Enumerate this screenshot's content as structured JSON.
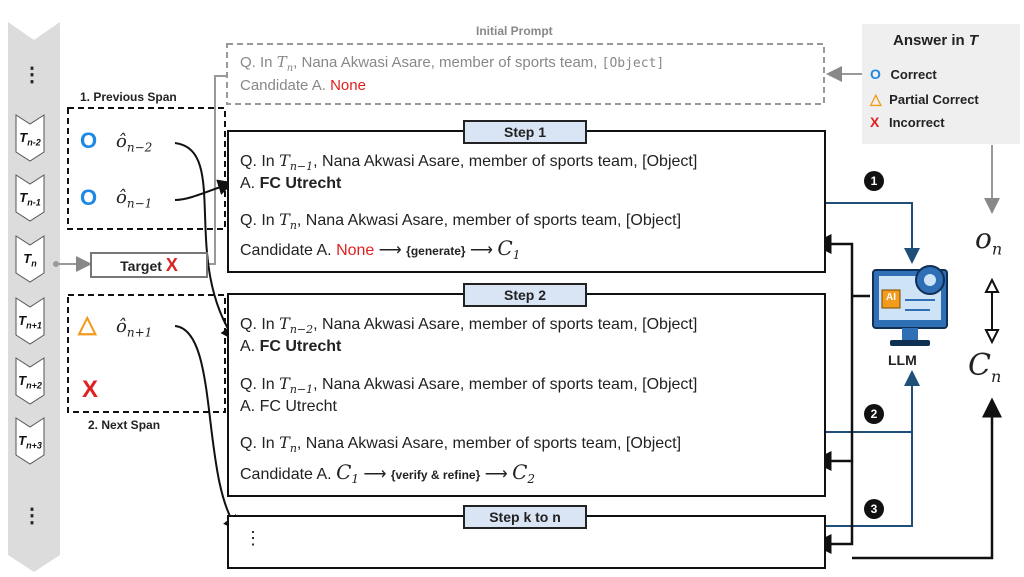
{
  "timeline": {
    "top_dots": "⋮",
    "bottom_dots": "⋮",
    "items": [
      "T_{n-2}",
      "T_{n-1}",
      "T_n",
      "T_{n+1}",
      "T_{n+2}",
      "T_{n+3}"
    ]
  },
  "previous_span": {
    "title": "1. Previous Span",
    "entries": [
      {
        "mark": "O",
        "symbol": "ô",
        "subscript": "n−2"
      },
      {
        "mark": "O",
        "symbol": "ô",
        "subscript": "n−1"
      }
    ]
  },
  "target": {
    "label": "Target",
    "mark": "X"
  },
  "next_span": {
    "title": "2. Next Span",
    "entries": [
      {
        "mark": "△",
        "symbol": "ô",
        "subscript": "n+1"
      },
      {
        "mark": "X"
      }
    ]
  },
  "initial_prompt": {
    "title": "Initial Prompt",
    "q_prefix": "Q. In",
    "q_time": "T",
    "q_time_sub": "n",
    "q_rest": ", Nana Akwasi Asare, member of sports team,",
    "q_object": "[Object]",
    "candidate_prefix": "Candidate A.",
    "candidate_value": "None"
  },
  "step1": {
    "title": "Step 1",
    "q1_prefix": "Q. In",
    "q1_time": "T",
    "q1_time_sub": "n−1",
    "q1_rest": ", Nana Akwasi Asare, member of sports team, [Object]",
    "a1_prefix": "A.",
    "a1_value": "FC Utrecht",
    "q2_prefix": "Q. In",
    "q2_time": "T",
    "q2_time_sub": "n",
    "q2_rest": ", Nana Akwasi Asare, member of sports team, [Object]",
    "cand_prefix": "Candidate A.",
    "cand_value": "None",
    "arrow": "⟶",
    "action": "{generate}",
    "result": "C",
    "result_sub": "1"
  },
  "step2": {
    "title": "Step 2",
    "q1_prefix": "Q. In",
    "q1_time": "T",
    "q1_time_sub": "n−2",
    "q1_rest": ", Nana Akwasi Asare, member of sports team, [Object]",
    "a1_prefix": "A.",
    "a1_value": "FC Utrecht",
    "q2_prefix": "Q. In",
    "q2_time": "T",
    "q2_time_sub": "n−1",
    "q2_rest": ", Nana Akwasi Asare, member of sports team, [Object]",
    "a2_text": "A. FC Utrecht",
    "q3_prefix": "Q. In",
    "q3_time": "T",
    "q3_time_sub": "n",
    "q3_rest": ", Nana Akwasi Asare, member of sports team, [Object]",
    "cand_prefix": "Candidate A.",
    "cand_in": "C",
    "cand_in_sub": "1",
    "arrow": "⟶",
    "action": "{verify & refine}",
    "result": "C",
    "result_sub": "2"
  },
  "step_k": {
    "title": "Step k to n",
    "dots": "⋮"
  },
  "legend": {
    "title": "Answer in",
    "title_var": "T",
    "items": [
      {
        "mark": "O",
        "label": "Correct",
        "color": "#1e88e5"
      },
      {
        "mark": "△",
        "label": "Partial Correct",
        "color": "#f29b1d"
      },
      {
        "mark": "X",
        "label": "Incorrect",
        "color": "#e02020"
      }
    ]
  },
  "llm": {
    "label": "LLM",
    "chip": "AI"
  },
  "badges": [
    "1",
    "2",
    "3"
  ],
  "right": {
    "o": "o",
    "o_sub": "n",
    "c": "C",
    "c_sub": "n"
  },
  "colors": {
    "accent_blue": "#1e88e5",
    "wire_blue": "#1f4e79",
    "orange": "#f29b1d",
    "red": "#e02020",
    "step_fill": "#d9e4f5"
  }
}
